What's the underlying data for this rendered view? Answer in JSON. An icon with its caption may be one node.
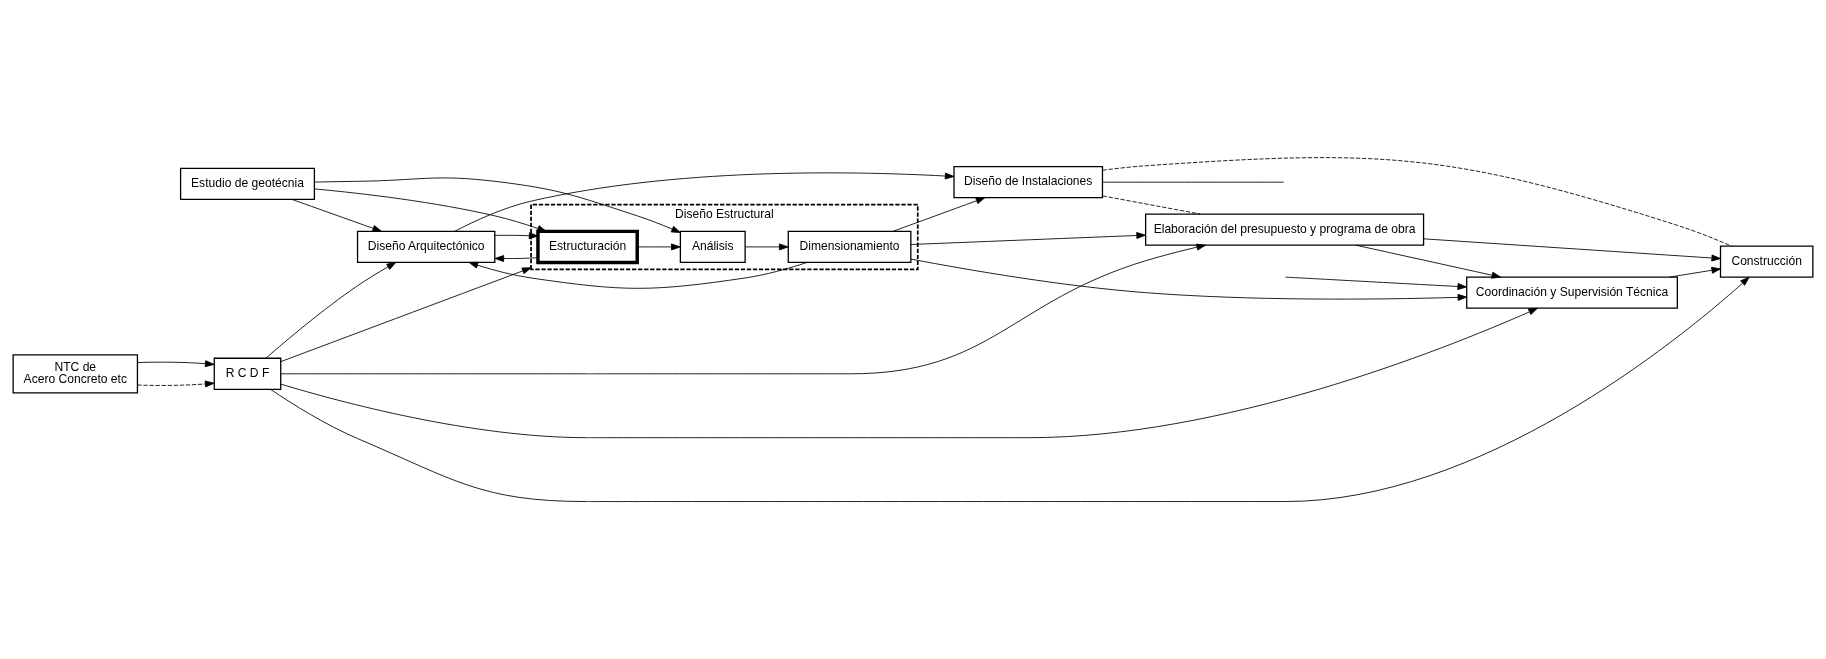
{
  "diagram": {
    "nodes": [
      {
        "text": [
          "Estudio de geotécnia"
        ]
      },
      {
        "text": [
          "Diseño Arquitectónico"
        ]
      },
      {
        "text": [
          "Diseño Estructural"
        ]
      },
      {
        "text": [
          "Estructuración"
        ],
        "in": 2
      },
      {
        "text": [
          "Análisis"
        ],
        "in": 2
      },
      {
        "text": [
          "Dimensionamiento"
        ],
        "in": 2
      },
      {
        "text": [
          "Coordinación y Supervisión Técnica"
        ]
      },
      {
        "text": [
          "Elaboración del presupuesto y programa de obra"
        ]
      },
      {
        "text": [
          "Construcción"
        ]
      },
      {
        "text": [
          "R C D F"
        ]
      },
      {
        "text": [
          "NTC de",
          "Acero Concreto etc"
        ]
      },
      {
        "text": [
          "Diseño de Instalaciones"
        ]
      }
    ],
    "edges": [
      {
        "from": 0,
        "to": 1,
        "arrow": "to"
      },
      {
        "from": 0,
        "to": 3,
        "arrow": "to"
      },
      {
        "from": 0,
        "to": 4,
        "arrow": "to"
      },
      {
        "from": 1,
        "to": 3,
        "arrow": "to"
      },
      {
        "from": 3,
        "to": 4,
        "arrow": "to"
      },
      {
        "from": 4,
        "to": 5,
        "arrow": "to"
      },
      {
        "from": 5,
        "to": 7,
        "arrow": "to"
      },
      {
        "from": 7,
        "to": 8,
        "arrow": "to"
      },
      {
        "from": 6,
        "to": 8,
        "arrow": "to"
      },
      {
        "from": 5,
        "to": 6,
        "arrow": "to"
      },
      {
        "from": 7,
        "to": 6,
        "arrow": "to"
      },
      {
        "from": 3,
        "to": 1,
        "arrow": "to"
      },
      {
        "from": 5,
        "to": 1,
        "arrow": "to"
      },
      {
        "from": 9,
        "to": 1,
        "arrow": "to"
      },
      {
        "from": 9,
        "to": 2,
        "arrow": "to"
      },
      {
        "from": 9,
        "to": 7,
        "arrow": "to"
      },
      {
        "from": 9,
        "to": 8,
        "arrow": "to"
      },
      {
        "from": 9,
        "to": 6,
        "arrow": "to"
      },
      {
        "from": 10,
        "to": 9,
        "arrow": "to",
        "style": "dashed"
      },
      {
        "from": 10,
        "to": 9,
        "arrow": "to"
      },
      {
        "from": 1,
        "to": 11,
        "arrow": "to"
      },
      {
        "from": 5,
        "to": 11,
        "arrow": "to"
      },
      {
        "from": 11,
        "to": 7,
        "arrow": "none",
        "style": "dashed"
      },
      {
        "from": 11,
        "to": 8,
        "arrow": "none",
        "style": "dashed"
      },
      {
        "from": 11,
        "to": null,
        "arrow": "none"
      },
      {
        "from": null,
        "to": 6,
        "arrow": "to"
      }
    ]
  }
}
